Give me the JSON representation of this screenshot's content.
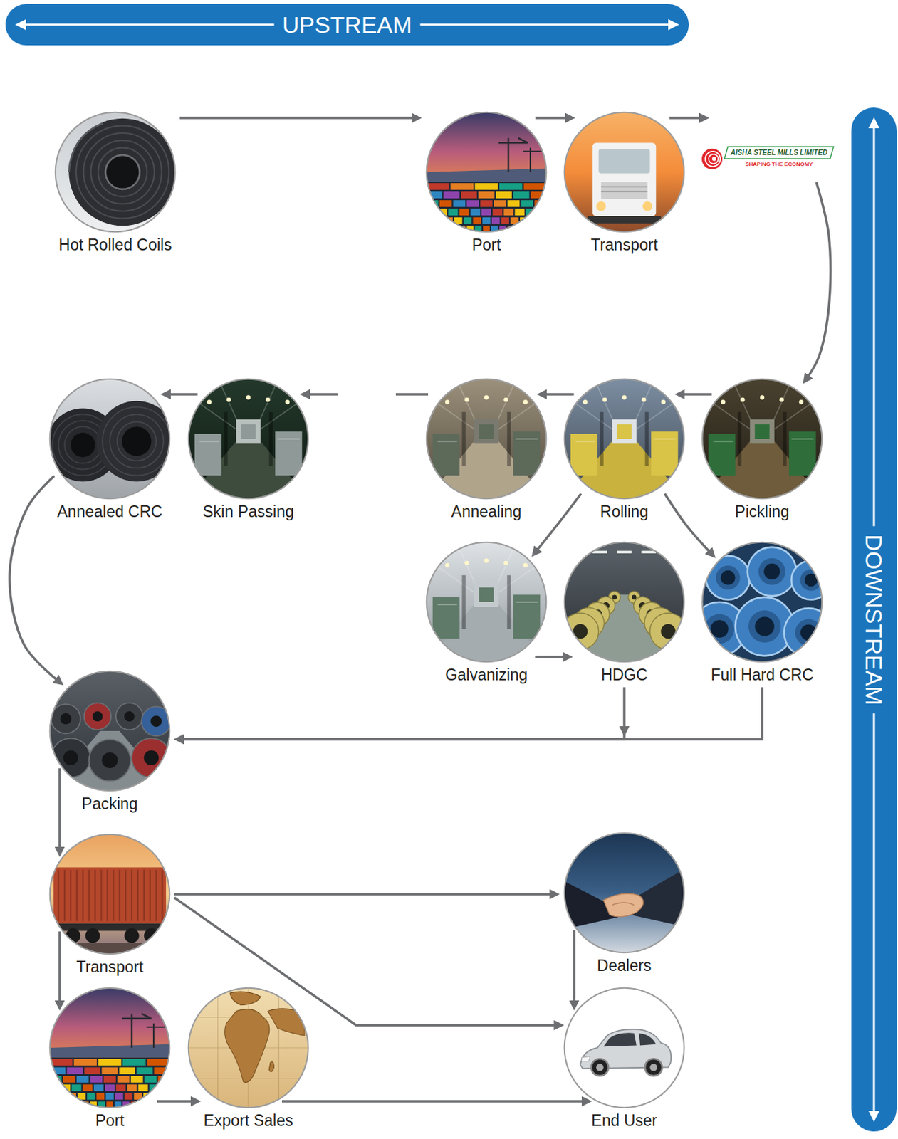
{
  "diagram": {
    "nodes": [
      {
        "text": [
          "UPSTREAM"
        ]
      },
      {
        "text": [
          "Hot Rolled Coils"
        ]
      },
      {
        "text": [
          "Port"
        ]
      },
      {
        "text": [
          "Transport"
        ]
      },
      {
        "text": [
          "AISHA STEEL MILLS LIMITED",
          "SHAPING THE ECONOMY"
        ]
      },
      {
        "text": [
          "DOWNSTREAM"
        ]
      },
      {
        "text": [
          "Pickling"
        ]
      },
      {
        "text": [
          "Rolling"
        ]
      },
      {
        "text": [
          "Annealing"
        ]
      },
      {
        "text": [
          "Skin Passing"
        ]
      },
      {
        "text": [
          "Annealed CRC"
        ]
      },
      {
        "text": [
          "Galvanizing"
        ]
      },
      {
        "text": [
          "HDGC"
        ]
      },
      {
        "text": [
          "Full Hard CRC"
        ]
      },
      {
        "text": [
          "Packing"
        ]
      },
      {
        "text": [
          "Transport"
        ]
      },
      {
        "text": [
          "Dealers"
        ]
      },
      {
        "text": [
          "Port"
        ]
      },
      {
        "text": [
          "Export Sales"
        ]
      },
      {
        "text": [
          "End User"
        ]
      }
    ],
    "edges": [
      {
        "from": 1,
        "to": 2,
        "arrow": "to"
      },
      {
        "from": 2,
        "to": 3,
        "arrow": "to"
      },
      {
        "from": 3,
        "to": 4,
        "arrow": "to"
      },
      {
        "from": 4,
        "to": 6,
        "arrow": "to"
      },
      {
        "from": 6,
        "to": 7,
        "arrow": "to"
      },
      {
        "from": 7,
        "to": 8,
        "arrow": "to"
      },
      {
        "from": 8,
        "to": 9,
        "arrow": "to"
      },
      {
        "from": 9,
        "to": 10,
        "arrow": "to"
      },
      {
        "from": 7,
        "to": 11,
        "arrow": "to"
      },
      {
        "from": 7,
        "to": 13,
        "arrow": "to"
      },
      {
        "from": 11,
        "to": 12,
        "arrow": "to"
      },
      {
        "from": 10,
        "to": 14,
        "arrow": "to"
      },
      {
        "from": 12,
        "to": 14,
        "arrow": "to"
      },
      {
        "from": 13,
        "to": 14,
        "arrow": "to"
      },
      {
        "from": 14,
        "to": 15,
        "arrow": "to"
      },
      {
        "from": 15,
        "to": 16,
        "arrow": "to"
      },
      {
        "from": 15,
        "to": 19,
        "arrow": "to"
      },
      {
        "from": 15,
        "to": 17,
        "arrow": "to"
      },
      {
        "from": 16,
        "to": 19,
        "arrow": "to"
      },
      {
        "from": 17,
        "to": 18,
        "arrow": "to"
      },
      {
        "from": 18,
        "to": 19,
        "arrow": "to"
      }
    ]
  }
}
